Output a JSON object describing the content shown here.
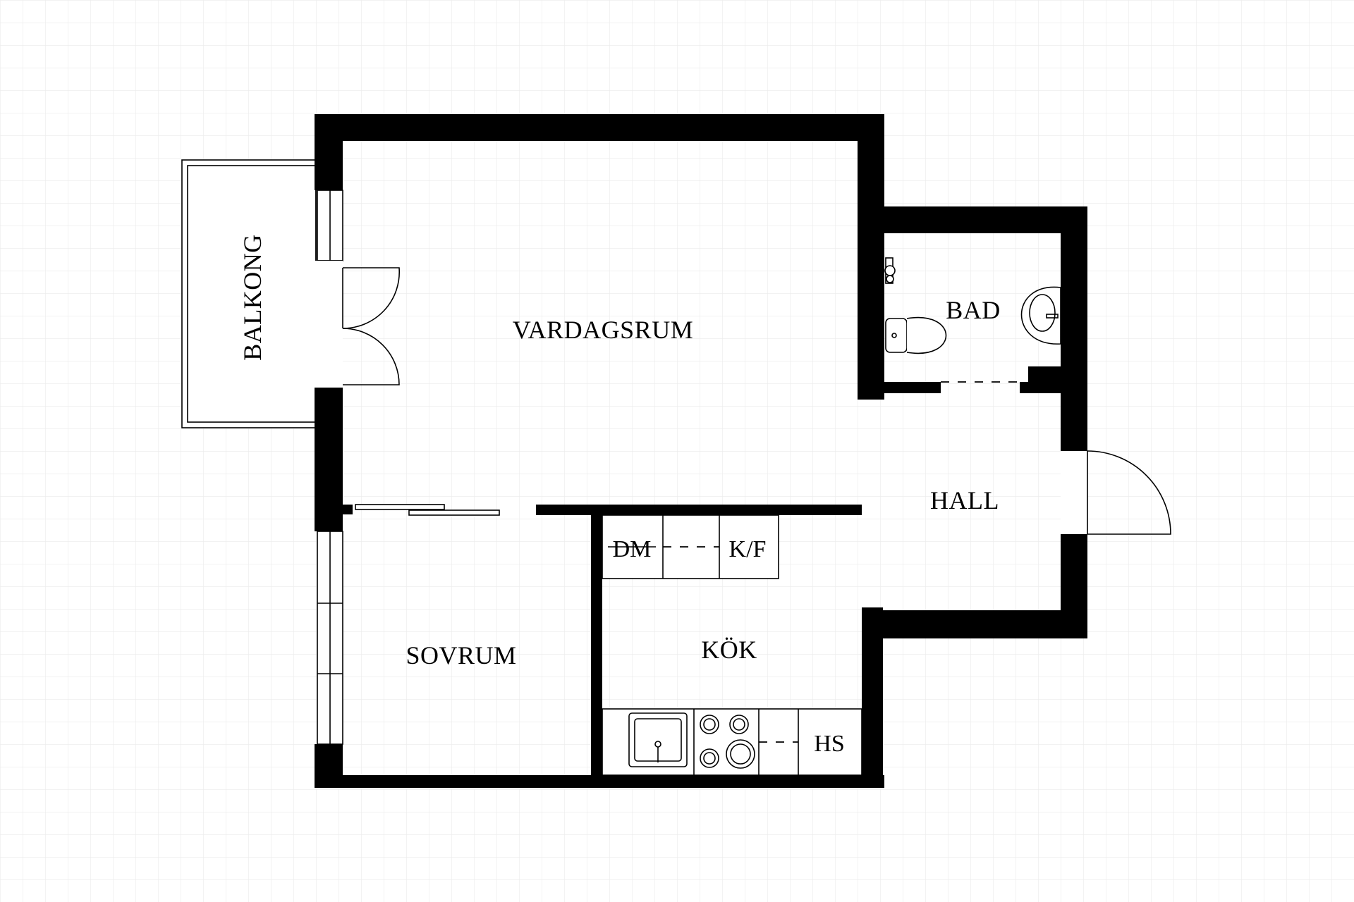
{
  "rooms": {
    "vardagsrum": "VARDAGSRUM",
    "balkong": "BALKONG",
    "bad": "BAD",
    "hall": "HALL",
    "sovrum": "SOVRUM",
    "kok": "KÖK"
  },
  "fixtures": {
    "dishwasher": "DM",
    "fridge_freezer": "K/F",
    "wardrobe": "HS"
  },
  "colors": {
    "wall": "#000000",
    "background": "#ffffff",
    "grid": "#ebebeb"
  }
}
